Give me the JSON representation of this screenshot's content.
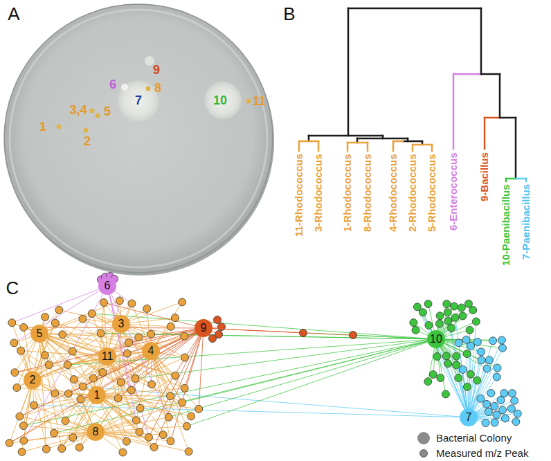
{
  "diagram": {
    "nodes": [
      {
        "text": [
          "6"
        ]
      },
      {
        "text": [
          "5"
        ]
      },
      {
        "text": [
          "3"
        ]
      },
      {
        "text": [
          "9"
        ]
      },
      {
        "text": [
          "10"
        ]
      },
      {
        "text": [
          "4"
        ]
      },
      {
        "text": [
          "11"
        ]
      },
      {
        "text": [
          "2"
        ]
      },
      {
        "text": [
          "1"
        ]
      },
      {
        "text": [
          "7"
        ]
      },
      {
        "text": [
          "8"
        ]
      }
    ],
    "labels": [
      "A",
      "1",
      "2",
      "3,4",
      "5",
      "6",
      "7",
      "8",
      "9",
      "10",
      "11",
      "B",
      "11-Rhodococcus",
      "3-Rhodococcus",
      "1-Rhodococcus",
      "8-Rhodococcus",
      "4-Rhodococcus",
      "2-Rhodococcus",
      "5-Rhodococcus",
      "6-Enterococcus",
      "9-Bacillus",
      "10-Paenibacillus",
      "7-Paenibacillus",
      "C"
    ],
    "legend": [
      {
        "text": "Bacterial Colony"
      },
      {
        "text": "Measured m/z Peak"
      }
    ]
  }
}
